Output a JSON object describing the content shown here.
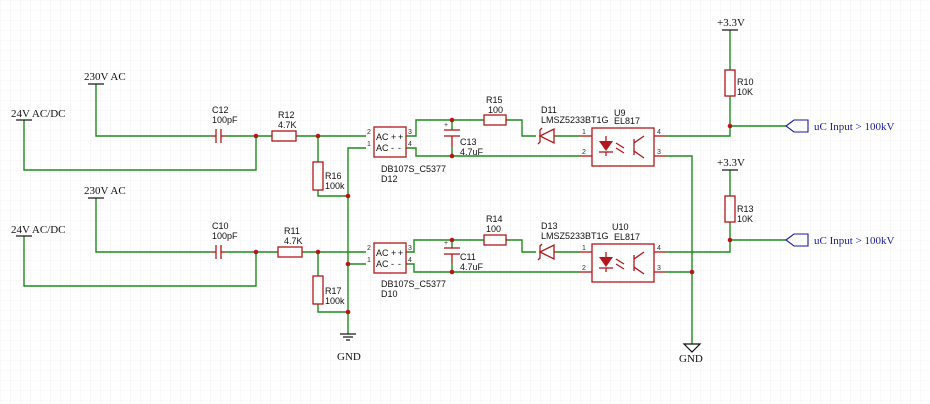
{
  "nets": {
    "ac230_top": "230V AC",
    "ac24_top": "24V AC/DC",
    "ac230_bot": "230V AC",
    "ac24_bot": "24V AC/DC",
    "gnd_left": "GND",
    "gnd_right": "GND",
    "vcc_top": "+3.3V",
    "vcc_bot": "+3.3V",
    "port_top": "uC Input > 100kV",
    "port_bot": "uC Input > 100kV"
  },
  "top": {
    "c_ref": "C12",
    "c_val": "100pF",
    "rs_ref": "R12",
    "rs_val": "4.7K",
    "rp_ref": "R16",
    "rp_val": "100k",
    "br_ref": "D12",
    "br_val": "DB107S_C5377",
    "cap_ref": "C13",
    "cap_val": "4.7uF",
    "rl_ref": "R15",
    "rl_val": "100",
    "z_ref": "D11",
    "z_val": "LMSZ5233BT1G",
    "u_ref": "U9",
    "u_val": "EL817",
    "pu_ref": "R10",
    "pu_val": "10K"
  },
  "bot": {
    "c_ref": "C10",
    "c_val": "100pF",
    "rs_ref": "R11",
    "rs_val": "4.7K",
    "rp_ref": "R17",
    "rp_val": "100k",
    "br_ref": "D10",
    "br_val": "DB107S_C5377",
    "cap_ref": "C11",
    "cap_val": "4.7uF",
    "rl_ref": "R14",
    "rl_val": "100",
    "z_ref": "D13",
    "z_val": "LMSZ5233BT1G",
    "u_ref": "U10",
    "u_val": "EL817",
    "pu_ref": "R13",
    "pu_val": "10K"
  },
  "bridge_pins": {
    "acp": "AC +",
    "acm": "AC -",
    "plus": "+",
    "minus": "-"
  },
  "pins": {
    "p1": "1",
    "p2": "2",
    "p3": "3",
    "p4": "4"
  }
}
